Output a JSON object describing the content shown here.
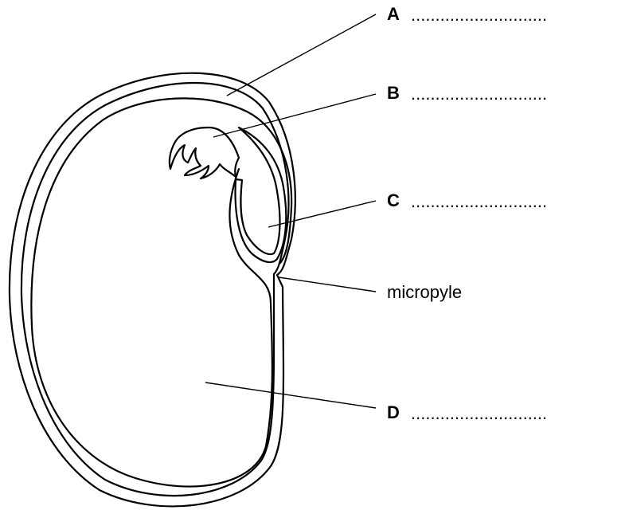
{
  "labels": {
    "a": {
      "letter": "A",
      "blank": "............................"
    },
    "b": {
      "letter": "B",
      "blank": "............................"
    },
    "c": {
      "letter": "C",
      "blank": "............................"
    },
    "d": {
      "letter": "D",
      "blank": "............................"
    },
    "micropyle": "micropyle"
  },
  "colors": {
    "stroke": "#000000",
    "background": "#ffffff"
  }
}
